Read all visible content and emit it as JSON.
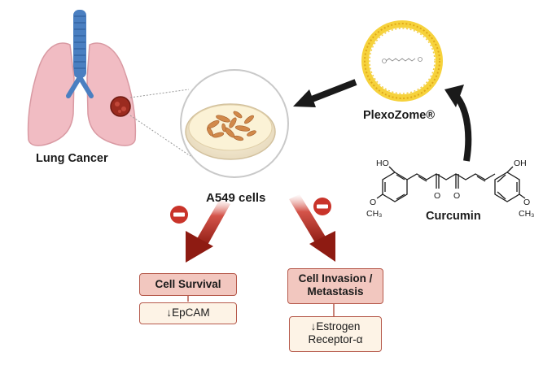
{
  "organ": {
    "label": "Lung Cancer"
  },
  "cells": {
    "label": "A549 cells"
  },
  "carrier": {
    "label": "PlexoZome®"
  },
  "compound": {
    "label": "Curcumin",
    "atoms": {
      "hydroxyl_left": "HO",
      "hydroxyl_right": "OH",
      "methoxy_o": "O",
      "methyl": "CH₃",
      "carbonyl": "O"
    }
  },
  "effects": [
    {
      "title": "Cell Survival",
      "marker": "↓EpCAM"
    },
    {
      "title_line1": "Cell Invasion /",
      "title_line2": "Metastasis",
      "marker_line1": "↓Estrogen",
      "marker_line2": "Receptor-α"
    }
  ],
  "colors": {
    "arrow_dark": "#8e1b12",
    "inhibit_red": "#c9342a",
    "box_fill": "#f2c7bf",
    "subbox_fill": "#fdf3e6",
    "lung_pink": "#f1bcc3",
    "trachea_blue": "#4a7fc1"
  }
}
